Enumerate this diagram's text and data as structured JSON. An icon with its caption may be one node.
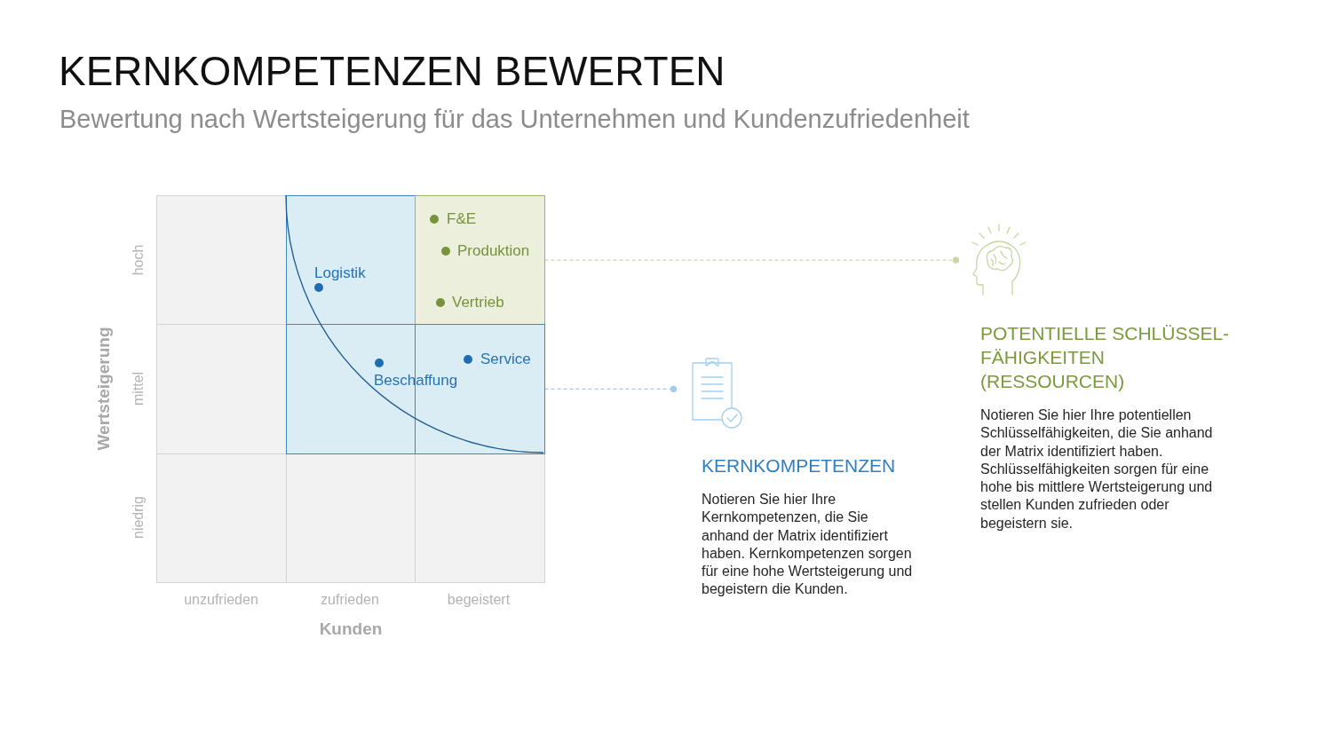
{
  "diagram": {
    "title": "KERNKOMPETENZEN BEWERTEN",
    "nodes": [
      {
        "text": [],
        "shape": "box"
      },
      {
        "text": [],
        "shape": "box"
      },
      {
        "text": [
          "Logistik"
        ],
        "in": 1
      },
      {
        "text": [],
        "shape": "box"
      },
      {
        "text": [
          "F&E"
        ],
        "in": 3
      },
      {
        "text": [
          "Produktion"
        ],
        "in": 3
      },
      {
        "text": [
          "Vertrieb"
        ],
        "in": 3
      },
      {
        "text": [],
        "shape": "box"
      },
      {
        "text": [],
        "shape": "box"
      },
      {
        "text": [
          "Beschaffung"
        ],
        "in": 8
      },
      {
        "text": [],
        "shape": "box"
      },
      {
        "text": [
          "Service"
        ],
        "in": 10
      },
      {
        "text": [],
        "shape": "box"
      },
      {
        "text": [],
        "shape": "box"
      },
      {
        "text": [],
        "shape": "box"
      },
      {
        "text": [],
        "shape": "picture",
        "beside": [
          "POTENTIELLE SCHLÜSSEL- FÄHIGKEITEN (RESSOURCEN)",
          "Notieren Sie hier Ihre potentiellen Schlüsselfähigkeiten, die Sie anhand der Matrix identifiziert haben. Schlüsselfähigkeiten sorgen für eine hohe bis mittlere Wertsteigerung und stellen Kunden zufrieden oder begeistern sie."
        ]
      },
      {
        "text": [],
        "shape": "picture",
        "beside": [
          "KERNKOMPETENZEN",
          "Notieren Sie hier Ihre Kernkompetenzen, die Sie anhand der Matrix identifiziert haben. Kernkompetenzen sorgen für eine hohe Wertsteigerung und begeistern die Kunden."
        ]
      }
    ],
    "edges": [
      {
        "from": 3,
        "to": 15,
        "arrow": "other",
        "style": "dashed",
        "color": "#c8d8a4"
      },
      {
        "from": 10,
        "to": 16,
        "arrow": "other",
        "style": "dashed",
        "color": "#9fcdee"
      }
    ],
    "labels": [
      "Bewertung nach Wertsteigerung für das Unternehmen und Kundenzufriedenheit",
      "hoch",
      "Wertsteigerung",
      "mittel",
      "niedrig",
      "unzufrieden",
      "zufrieden",
      "begeistert",
      "Kunden"
    ]
  }
}
